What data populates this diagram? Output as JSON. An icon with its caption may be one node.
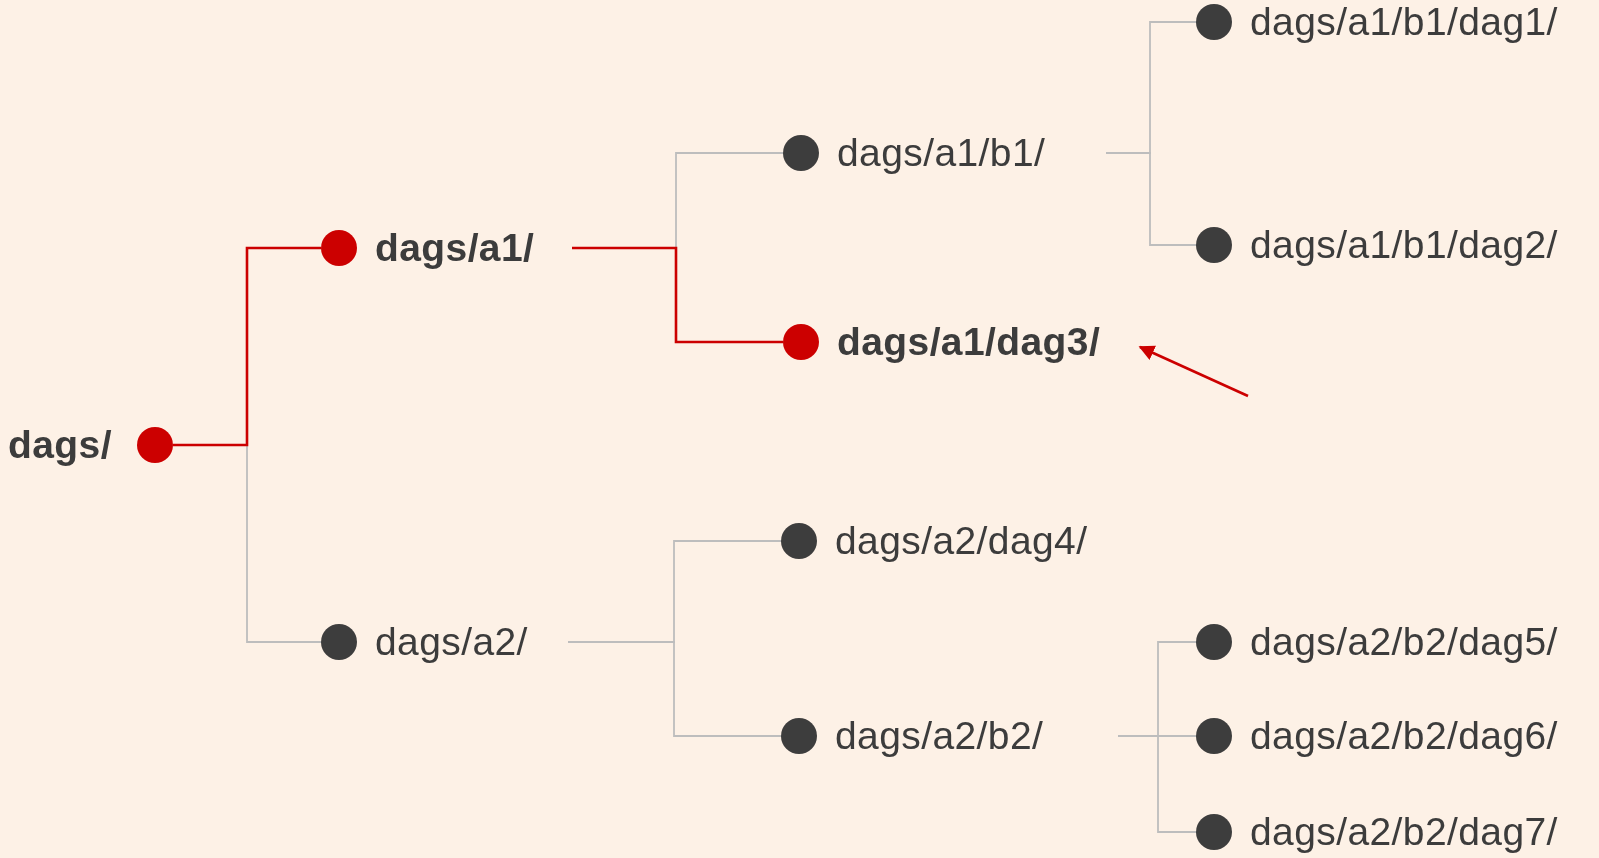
{
  "diagram": {
    "nodes": [
      {
        "text": [
          "dags/"
        ]
      },
      {
        "text": [
          "dags/a1/"
        ]
      },
      {
        "text": [
          "dags/a2/"
        ]
      },
      {
        "text": [
          "dags/a1/b1/"
        ]
      },
      {
        "text": [
          "dags/a1/dag3/"
        ]
      },
      {
        "text": [
          "dags/a2/dag4/"
        ]
      },
      {
        "text": [
          "dags/a2/b2/"
        ]
      },
      {
        "text": [
          "dags/a1/b1/dag1/"
        ]
      },
      {
        "text": [
          "dags/a1/b1/dag2/"
        ]
      },
      {
        "text": [
          "dags/a2/b2/dag5/"
        ]
      },
      {
        "text": [
          "dags/a2/b2/dag6/"
        ]
      },
      {
        "text": [
          "dags/a2/b2/dag7/"
        ]
      }
    ],
    "edges": [
      {
        "from": 0,
        "to": 1,
        "arrow": "none",
        "color": "#cc0000"
      },
      {
        "from": 0,
        "to": 2,
        "arrow": "none"
      },
      {
        "from": 1,
        "to": 3,
        "arrow": "none"
      },
      {
        "from": 1,
        "to": 4,
        "arrow": "none",
        "color": "#cc0000"
      },
      {
        "from": 2,
        "to": 5,
        "arrow": "none"
      },
      {
        "from": 2,
        "to": 6,
        "arrow": "none"
      },
      {
        "from": 3,
        "to": 7,
        "arrow": "none"
      },
      {
        "from": 3,
        "to": 8,
        "arrow": "none"
      },
      {
        "from": 6,
        "to": 9,
        "arrow": "none"
      },
      {
        "from": 6,
        "to": 10,
        "arrow": "none"
      },
      {
        "from": 6,
        "to": 11,
        "arrow": "none"
      },
      {
        "from": null,
        "to": 4,
        "arrow": "to",
        "color": "#cc0000"
      }
    ]
  }
}
